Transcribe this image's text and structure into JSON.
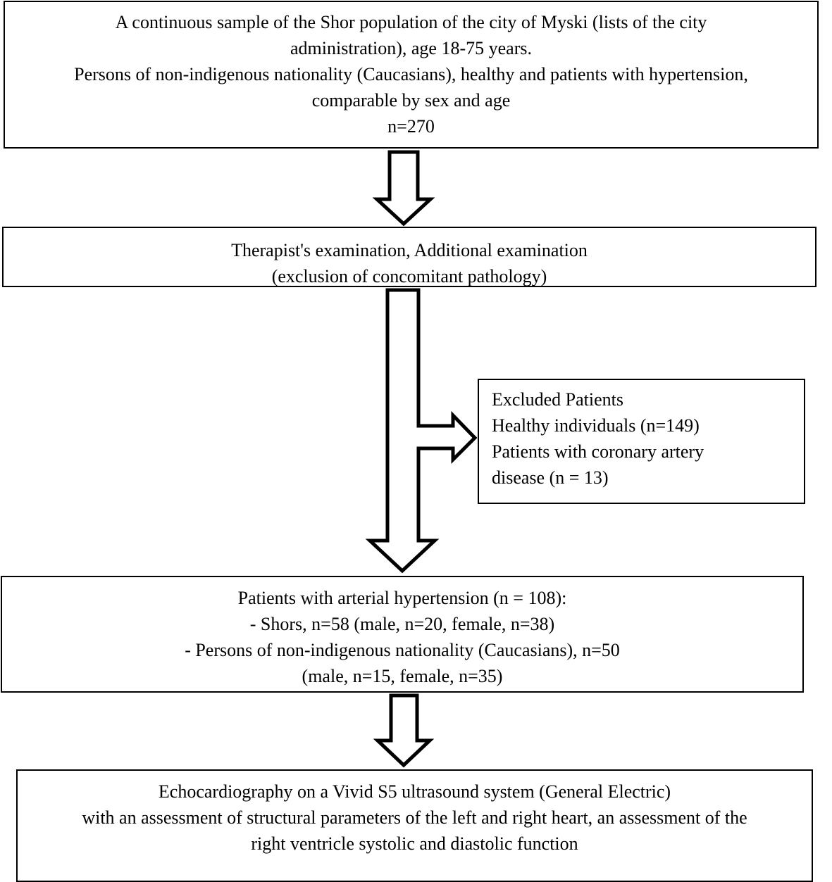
{
  "box_sample": {
    "lines": [
      "A continuous sample of the Shor population of the city of Myski (lists of the city",
      "administration), age 18-75 years.",
      "Persons of non-indigenous nationality (Caucasians), healthy and patients with hypertension,",
      "comparable by sex and age",
      "n=270"
    ]
  },
  "box_examination": {
    "lines": [
      "Therapist's examination, Additional examination",
      "(exclusion of concomitant pathology)"
    ]
  },
  "box_excluded": {
    "lines": [
      "Excluded Patients",
      "Healthy individuals (n=149)",
      "Patients with coronary artery",
      "disease (n = 13)"
    ]
  },
  "box_hypertension": {
    "lines": [
      "Patients with arterial hypertension (n = 108):",
      "- Shors, n=58 (male, n=20, female, n=38)",
      "- Persons of non-indigenous nationality (Caucasians), n=50",
      "(male, n=15, female, n=35)"
    ]
  },
  "box_echo": {
    "lines": [
      "Echocardiography on a Vivid S5 ultrasound system (General Electric)",
      "with an assessment of structural parameters of the left and right heart, an assessment of the",
      "right ventricle systolic and diastolic function"
    ]
  }
}
